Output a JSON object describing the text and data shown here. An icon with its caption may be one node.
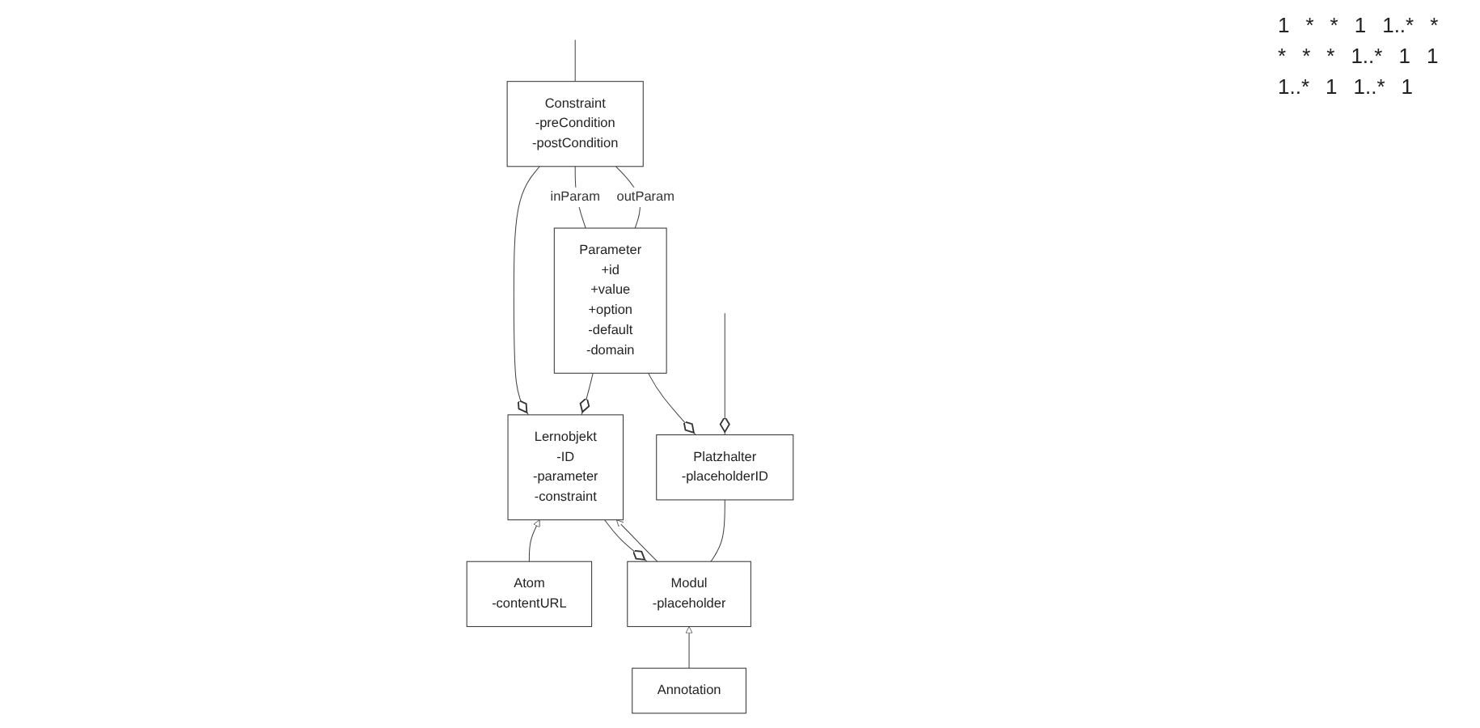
{
  "diagram": {
    "nodes": [
      {
        "text": [
          "Lernobjekt",
          "-ID",
          "-parameter",
          "-constraint"
        ]
      },
      {
        "text": [
          "Constraint",
          "-preCondition",
          "-postCondition"
        ]
      },
      {
        "text": [
          "Parameter",
          "+id",
          "+value",
          "+option",
          "-default",
          "-domain"
        ]
      },
      {
        "text": [
          "Atom",
          "-contentURL"
        ]
      },
      {
        "text": [
          "Modul",
          "-placeholder"
        ]
      },
      {
        "text": [
          "Platzhalter",
          "-placeholderID"
        ]
      },
      {
        "text": [
          "Annotation"
        ]
      }
    ],
    "edges": [
      {
        "from": 0,
        "to": 1,
        "arrow": "other"
      },
      {
        "from": 0,
        "to": 2,
        "arrow": "other"
      },
      {
        "from": 4,
        "to": 0,
        "arrow": "other"
      },
      {
        "from": 3,
        "to": 0,
        "arrow": "to"
      },
      {
        "from": 4,
        "to": 0,
        "arrow": "to"
      },
      {
        "from": 1,
        "to": null,
        "arrow": "none"
      },
      {
        "from": 2,
        "to": 1,
        "arrow": "none",
        "label": "inParam"
      },
      {
        "from": 4,
        "to": 5,
        "arrow": "none"
      },
      {
        "from": 5,
        "to": 2,
        "arrow": "other"
      },
      {
        "from": 2,
        "to": 1,
        "arrow": "none",
        "label": "outParam"
      },
      {
        "from": 6,
        "to": 4,
        "arrow": "to"
      },
      {
        "from": 5,
        "to": null,
        "arrow": "other"
      }
    ],
    "labels": [
      "1",
      "*",
      "*",
      "1",
      "1..*",
      "*",
      "*",
      "*",
      "*",
      "1..*",
      "1",
      "1",
      "1..*",
      "1",
      "1..*",
      "1"
    ]
  }
}
